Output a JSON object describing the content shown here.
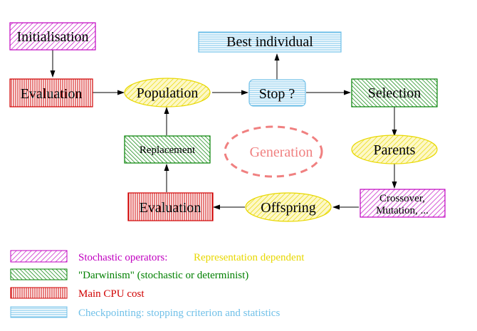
{
  "diagram": {
    "nodes": {
      "initialisation": "Initialisation",
      "evaluation_top": "Evaluation",
      "population": "Population",
      "stop": "Stop ?",
      "best_individual": "Best individual",
      "selection": "Selection",
      "parents": "Parents",
      "crossover_line1": "Crossover,",
      "crossover_line2": "Mutation, ...",
      "offspring": "Offspring",
      "evaluation_bottom": "Evaluation",
      "replacement": "Replacement",
      "generation": "Generation"
    },
    "legend": {
      "stochastic": "Stochastic operators:",
      "representation": "Representation dependent",
      "darwinism": "\"Darwinism\" (stochastic or determinist)",
      "cpu": "Main CPU cost",
      "checkpointing": "Checkpointing: stopping criterion and statistics"
    }
  },
  "colors": {
    "magenta": "#c000c0",
    "green": "#008000",
    "red": "#d00000",
    "cyan": "#70c0e8",
    "yellow": "#e8d800",
    "salmon": "#f08080"
  }
}
